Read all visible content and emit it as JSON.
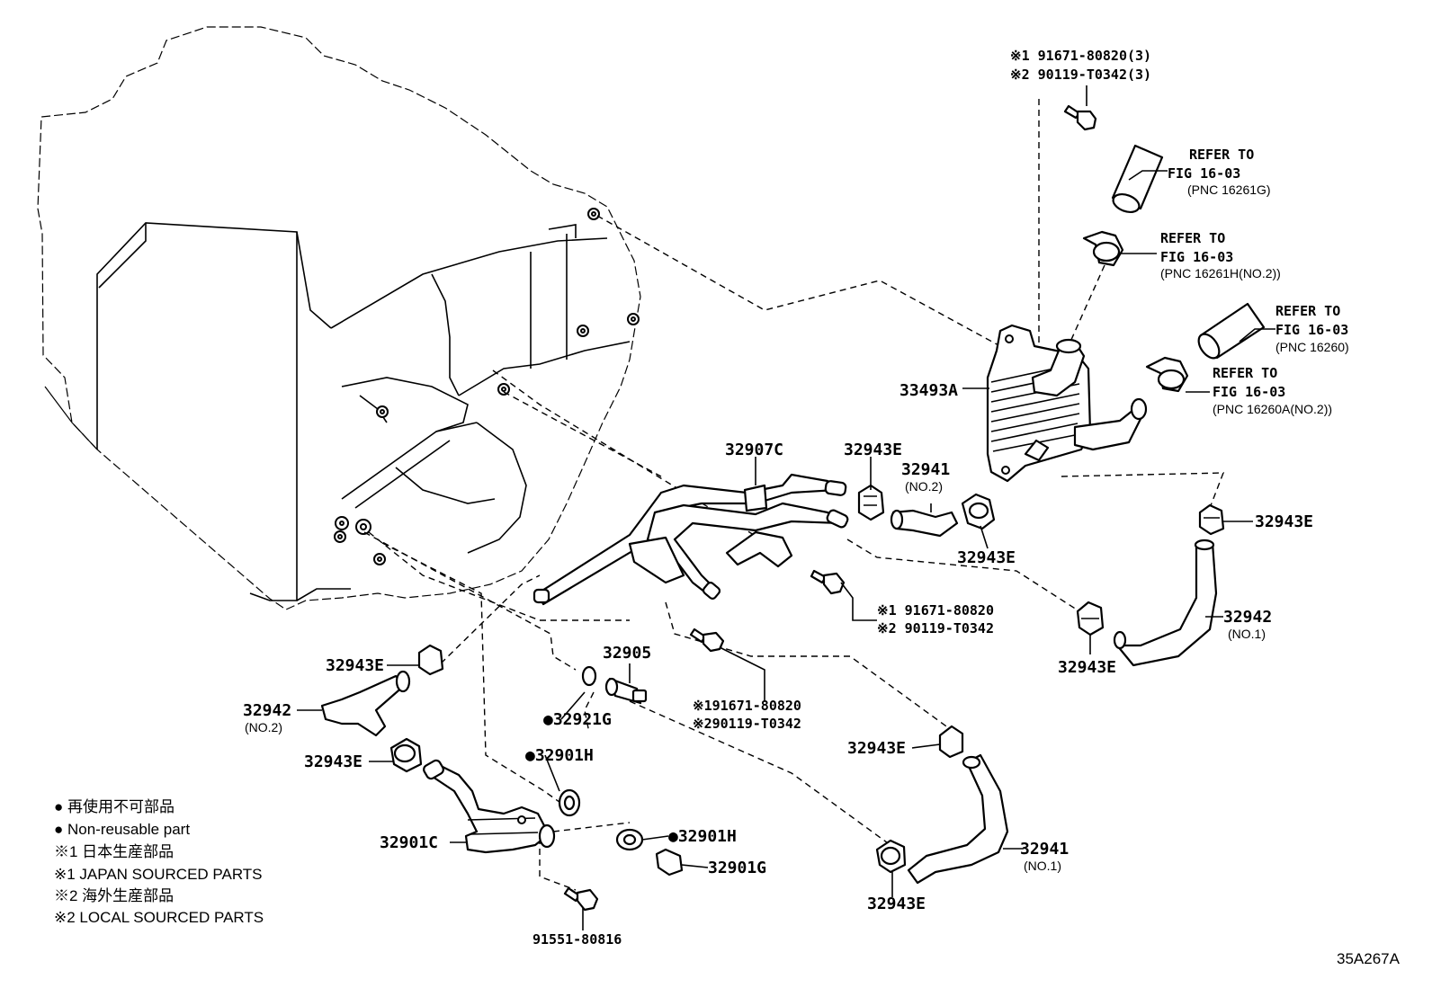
{
  "callouts": {
    "top_bolt": {
      "line1": "※1 91671-80820(3)",
      "line2": "※2 90119-T0342(3)"
    },
    "refer_16261g": {
      "line1": "REFER TO",
      "line2": "FIG 16-03",
      "line3": "(PNC 16261G)"
    },
    "refer_16261h": {
      "line1": "REFER TO",
      "line2": "FIG 16-03",
      "line3": "(PNC 16261H(NO.2))"
    },
    "refer_16260": {
      "line1": "REFER TO",
      "line2": "FIG 16-03",
      "line3": "(PNC 16260)"
    },
    "refer_16260a": {
      "line1": "REFER TO",
      "line2": "FIG 16-03",
      "line3": "(PNC 16260A(NO.2))"
    },
    "mid_bolt": {
      "line1": "※1 91671-80820",
      "line2": "※2 90119-T0342"
    },
    "low_bolt": {
      "line1": "※191671-80820",
      "line2": "※290119-T0342"
    }
  },
  "parts": {
    "p33493a": "33493A",
    "p32907c": "32907C",
    "p32943e_a": "32943E",
    "p32941_top": "32941",
    "p32941_top_sub": "(NO.2)",
    "p32943e_b": "32943E",
    "p32943e_c": "32943E",
    "p32942_right": "32942",
    "p32942_right_sub": "(NO.1)",
    "p32943e_d": "32943E",
    "p32943e_e": "32943E",
    "p32942_left": "32942",
    "p32942_left_sub": "(NO.2)",
    "p32943e_f": "32943E",
    "p32905": "32905",
    "p32921g": "●32921G",
    "p32901h_a": "●32901H",
    "p32901h_b": "●32901H",
    "p32901g": "32901G",
    "p32901c": "32901C",
    "p91551": "91551-80816",
    "p32943e_g": "32943E",
    "p32941_bottom": "32941",
    "p32941_bottom_sub": "(NO.1)",
    "p32943e_h": "32943E"
  },
  "legend": {
    "line1": "● 再使用不可部品",
    "line2": "● Non-reusable part",
    "line3": "※1 日本生産部品",
    "line4": "※1 JAPAN SOURCED PARTS",
    "line5": "※2 海外生産部品",
    "line6": "※2 LOCAL SOURCED PARTS"
  },
  "figure_code": "35A267A"
}
